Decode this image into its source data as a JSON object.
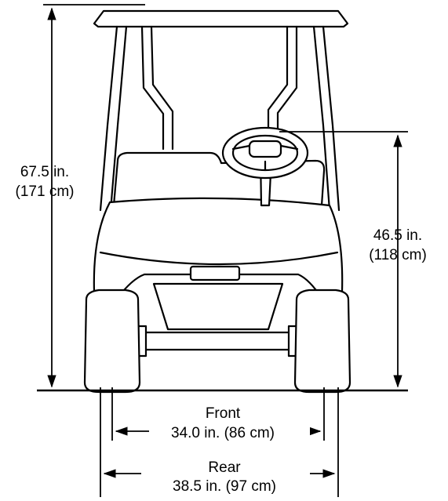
{
  "dimensions": {
    "overall_height": {
      "imperial": "67.5 in.",
      "metric": "(171 cm)"
    },
    "steering_height": {
      "imperial": "46.5 in.",
      "metric": "(118 cm)"
    },
    "front_track": {
      "title": "Front",
      "value": "34.0 in. (86 cm)"
    },
    "rear_track": {
      "title": "Rear",
      "value": "38.5 in. (97 cm)"
    }
  },
  "colors": {
    "line": "#000000",
    "body_fill": "#ffffff",
    "background": "#ffffff"
  }
}
